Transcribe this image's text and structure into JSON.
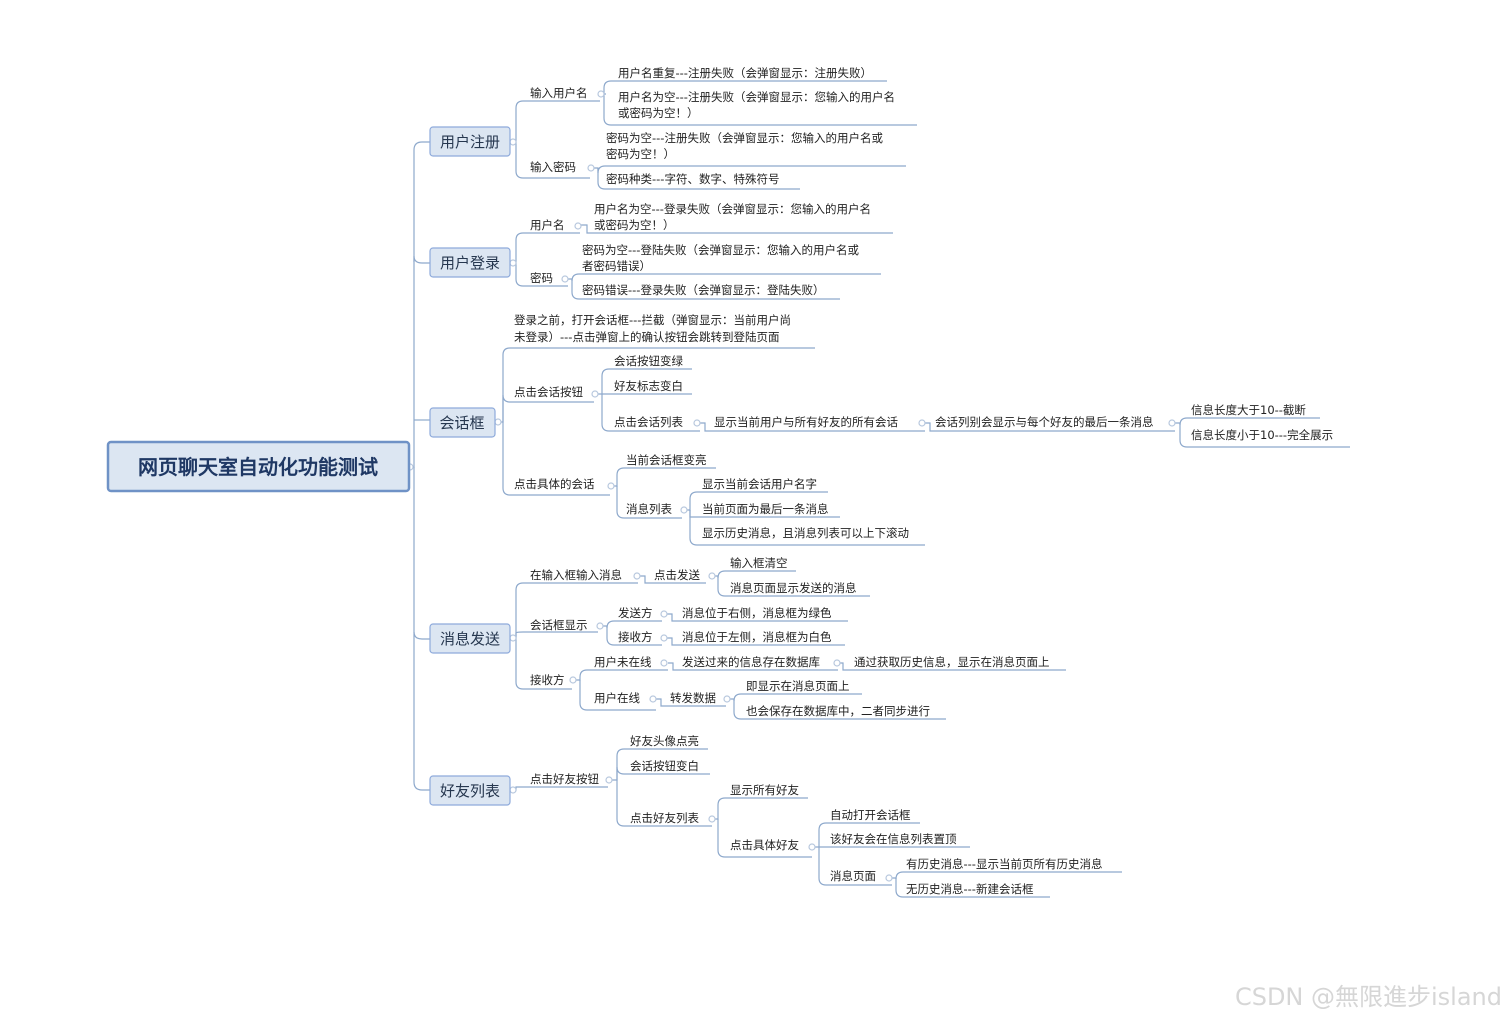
{
  "root": "网页聊天室自动化功能测试",
  "branches": {
    "reg": "用户注册",
    "login": "用户登录",
    "chat": "会话框",
    "send": "消息发送",
    "friends": "好友列表"
  },
  "nodes": {
    "reg_user": "输入用户名",
    "reg_user_dup": "用户名重复---注册失败（会弹窗显示：注册失败）",
    "reg_user_empty_1": "用户名为空---注册失败（会弹窗显示：您输入的用户名",
    "reg_user_empty_2": "或密码为空！）",
    "reg_pwd": "输入密码",
    "reg_pwd_empty_1": "密码为空---注册失败（会弹窗显示：您输入的用户名或",
    "reg_pwd_empty_2": "密码为空！）",
    "reg_pwd_types": "密码种类---字符、数字、特殊符号",
    "login_user": "用户名",
    "login_user_empty_1": "用户名为空---登录失败（会弹窗显示：您输入的用户名",
    "login_user_empty_2": "或密码为空！）",
    "login_pwd": "密码",
    "login_pwd_empty_1": "密码为空---登陆失败（会弹窗显示：您输入的用户名或",
    "login_pwd_empty_2": "者密码错误）",
    "login_pwd_wrong": "密码错误---登录失败（会弹窗显示：登陆失败）",
    "chat_before_1": "登录之前，打开会话框---拦截（弹窗显示：当前用户尚",
    "chat_before_2": "未登录）---点击弹窗上的确认按钮会跳转到登陆页面",
    "chat_click_btn": "点击会话按钮",
    "chat_btn_green": "会话按钮变绿",
    "chat_friend_white": "好友标志变白",
    "chat_click_list": "点击会话列表",
    "chat_show_all": "显示当前用户与所有好友的所有会话",
    "chat_last_msg": "会话列别会显示与每个好友的最后一条消息",
    "chat_len_gt": "信息长度大于10--截断",
    "chat_len_lt": "信息长度小于10---完全展示",
    "chat_click_session": "点击具体的会话",
    "chat_session_bright": "当前会话框变亮",
    "chat_msg_list": "消息列表",
    "chat_show_name": "显示当前会话用户名字",
    "chat_last_page": "当前页面为最后一条消息",
    "chat_history_scroll": "显示历史消息，且消息列表可以上下滚动",
    "send_input": "在输入框输入消息",
    "send_click": "点击发送",
    "send_clear": "输入框清空",
    "send_show": "消息页面显示发送的消息",
    "send_display": "会话框显示",
    "send_sender": "发送方",
    "send_sender_right": "消息位于右侧，消息框为绿色",
    "send_receiver": "接收方",
    "send_receiver_left": "消息位于左侧，消息框为白色",
    "send_recv": "接收方",
    "send_offline": "用户未在线",
    "send_offline_db": "发送过来的信息存在数据库",
    "send_offline_history": "通过获取历史信息，显示在消息页面上",
    "send_online": "用户在线",
    "send_forward": "转发数据",
    "send_show_now": "即显示在消息页面上",
    "send_save_db": "也会保存在数据库中，二者同步进行",
    "fr_click_btn": "点击好友按钮",
    "fr_avatar_bright": "好友头像点亮",
    "fr_session_white": "会话按钮变白",
    "fr_click_list": "点击好友列表",
    "fr_show_all": "显示所有好友",
    "fr_click_friend": "点击具体好友",
    "fr_open_chat": "自动打开会话框",
    "fr_top": "该好友会在信息列表置顶",
    "fr_msg_page": "消息页面",
    "fr_has_history": "有历史消息---显示当前页所有历史消息",
    "fr_no_history": "无历史消息---新建会话框"
  },
  "watermark": "CSDN @無限進步island",
  "colors": {
    "line": "#8ea9cc",
    "underline": "#6c8ebf",
    "box_fill": "#dce6f2",
    "box_stroke": "#8eaadb",
    "root_stroke": "#6f92c6",
    "dot": "#b8c8de"
  }
}
